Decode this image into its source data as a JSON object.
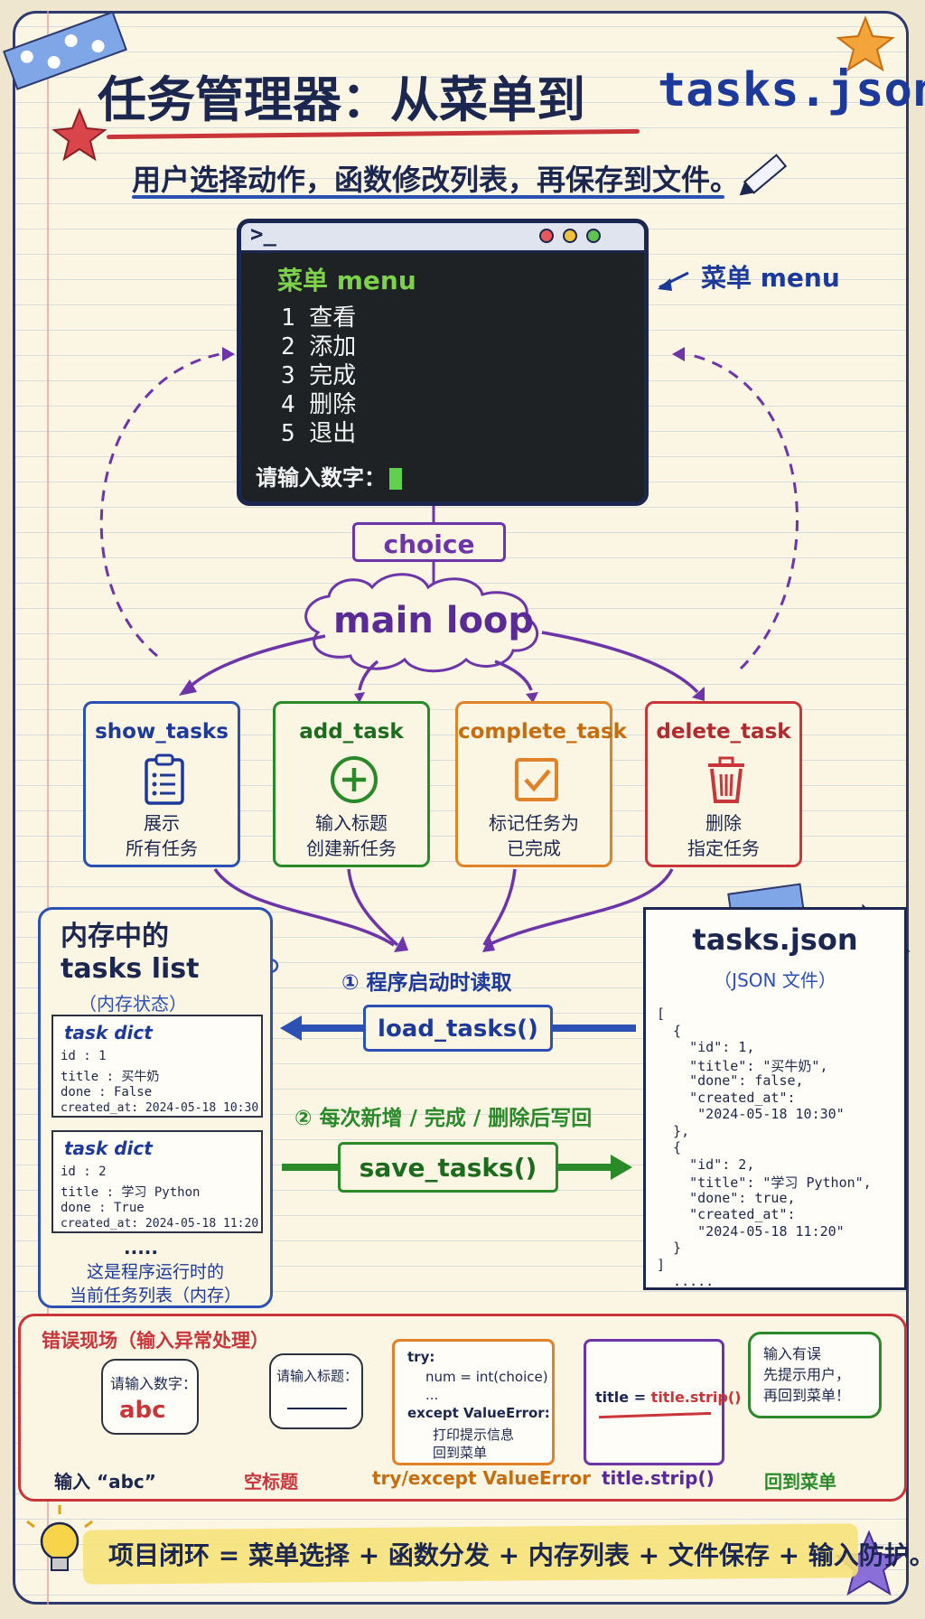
{
  "header": {
    "title_cn": "任务管理器：从菜单到",
    "title_code": "tasks.json",
    "subtitle": "用户选择动作，函数修改列表，再保存到文件。"
  },
  "terminal": {
    "prompt": ">_",
    "menu_title": "菜单 menu",
    "items": [
      "1  查看",
      "2  添加",
      "3  完成",
      "4  删除",
      "5  退出"
    ],
    "input_prompt": "请输入数字："
  },
  "menu_label": "菜单 menu",
  "flow": {
    "choice": "choice",
    "main_loop": "main loop"
  },
  "functions": [
    {
      "name": "show_tasks",
      "desc1": "展示",
      "desc2": "所有任务",
      "icon": "clipboard-list-icon",
      "color": "#2c50b4"
    },
    {
      "name": "add_task",
      "desc1": "输入标题",
      "desc2": "创建新任务",
      "icon": "plus-circle-icon",
      "color": "#2a8a2a"
    },
    {
      "name": "complete_task",
      "desc1": "标记任务为",
      "desc2": "已完成",
      "icon": "checkbox-icon",
      "color": "#e0822a"
    },
    {
      "name": "delete_task",
      "desc1": "删除",
      "desc2": "指定任务",
      "icon": "trash-icon",
      "color": "#c9363a"
    }
  ],
  "memory": {
    "title_line1": "内存中的",
    "title_line2": "tasks list",
    "subtitle": "（内存状态）",
    "cards": [
      {
        "name": "task dict",
        "rows": [
          "id     : 1",
          "title  : 买牛奶",
          "done   : False",
          "created_at: 2024-05-18 10:30"
        ]
      },
      {
        "name": "task dict",
        "rows": [
          "id     : 2",
          "title  : 学习 Python",
          "done   : True",
          "created_at: 2024-05-18 11:20"
        ]
      }
    ],
    "dots": ".....",
    "note_line1": "这是程序运行时的",
    "note_line2": "当前任务列表（内存）"
  },
  "load": {
    "label": "① 程序启动时读取",
    "button": "load_tasks()"
  },
  "save": {
    "label": "② 每次新增 / 完成 / 删除后写回",
    "button": "save_tasks()"
  },
  "json_file": {
    "title": "tasks.json",
    "subtitle": "（JSON 文件）",
    "lines": [
      "[",
      "  {",
      "    \"id\": 1,",
      "    \"title\": \"买牛奶\",",
      "    \"done\": false,",
      "    \"created_at\":",
      "     \"2024-05-18 10:30\"",
      "  },",
      "  {",
      "    \"id\": 2,",
      "    \"title\": \"学习 Python\",",
      "    \"done\": true,",
      "    \"created_at\":",
      "     \"2024-05-18 11:20\"",
      "  }",
      "]",
      "  ....."
    ]
  },
  "errors": {
    "title": "错误现场（输入异常处理）",
    "case1_bubble_label": "请输入数字：",
    "case1_bubble_value": "abc",
    "case1_caption": "输入 “abc”",
    "case2_bubble_label": "请输入标题：",
    "case2_caption": "空标题",
    "try_lines": [
      "try:",
      "num = int(choice)",
      "...",
      "except ValueError:",
      "打印提示信息",
      "回到菜单"
    ],
    "try_caption": "try/except ValueError",
    "strip_code_left": "title = ",
    "strip_code_right": "title.strip()",
    "strip_caption": "title.strip()",
    "back_line1": "输入有误",
    "back_line2": "先提示用户，",
    "back_line3": "再回到菜单！",
    "back_caption": "回到菜单"
  },
  "footer": {
    "text": "项目闭环 = 菜单选择 + 函数分发 + 内存列表 + 文件保存 + 输入防护。"
  },
  "colors": {
    "navy": "#1c2750",
    "blue": "#2c50b4",
    "purple": "#6d35a8",
    "green": "#2a8a2a",
    "orange": "#e0822a",
    "red": "#c9363a"
  }
}
